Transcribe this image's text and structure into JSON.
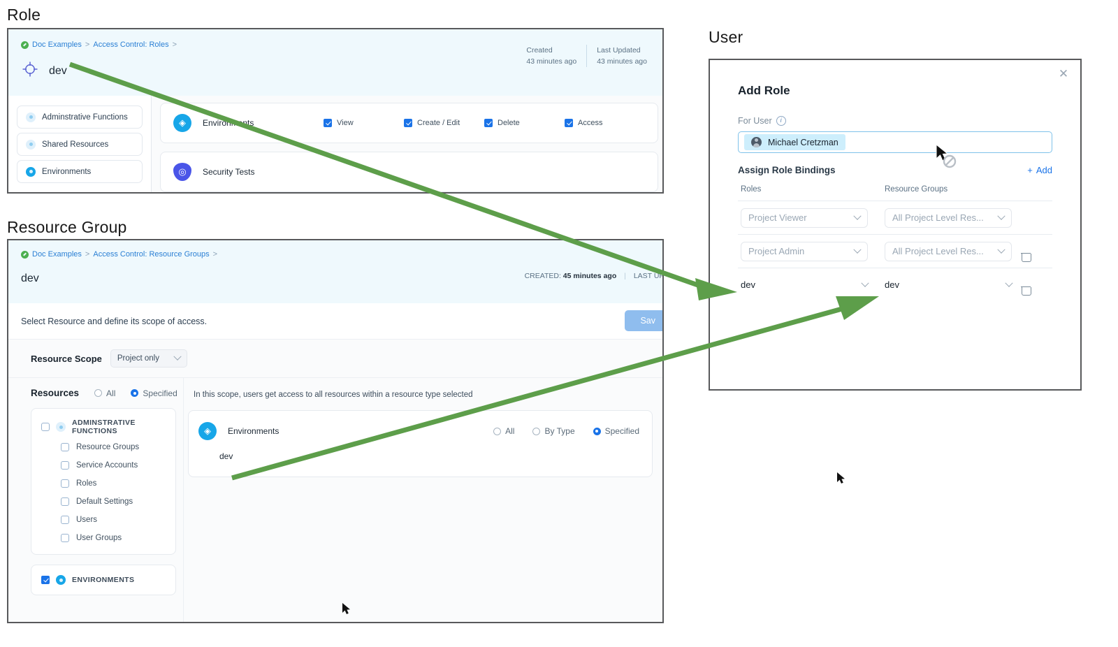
{
  "panels": {
    "role_title": "Role",
    "resource_group_title": "Resource Group",
    "user_title": "User"
  },
  "role_panel": {
    "breadcrumb": [
      "Doc Examples",
      "Access Control: Roles"
    ],
    "breadcrumb_separator": ">",
    "name": "dev",
    "meta": [
      {
        "key": "Created",
        "value": "43 minutes ago"
      },
      {
        "key": "Last Updated",
        "value": "43 minutes ago"
      }
    ],
    "sidebar": [
      {
        "label": "Adminstrative Functions",
        "icon": "circle-faint-icon",
        "selected": false
      },
      {
        "label": "Shared Resources",
        "icon": "circle-faint-icon",
        "selected": false
      },
      {
        "label": "Environments",
        "icon": "circle-solid-icon",
        "selected": true
      }
    ],
    "permissions": [
      {
        "name": "Environments",
        "icon": "environments-icon",
        "options": [
          {
            "label": "View",
            "checked": true
          },
          {
            "label": "Create / Edit",
            "checked": true
          },
          {
            "label": "Delete",
            "checked": true
          },
          {
            "label": "Access",
            "checked": true
          }
        ]
      },
      {
        "name": "Security Tests",
        "icon": "security-shield-icon",
        "options": []
      }
    ]
  },
  "resource_group_panel": {
    "breadcrumb": [
      "Doc Examples",
      "Access Control: Resource Groups"
    ],
    "breadcrumb_separator": ">",
    "name": "dev",
    "meta_created_label": "CREATED:",
    "meta_created_value": "45 minutes ago",
    "meta_updated_label": "LAST UPD",
    "subbar_hint": "Select Resource and define its scope of access.",
    "save_label": "Sav",
    "scope_label": "Resource Scope",
    "scope_value": "Project only",
    "resources_label": "Resources",
    "resources_modes": [
      {
        "label": "All",
        "selected": false
      },
      {
        "label": "Specified",
        "selected": true
      }
    ],
    "groups": [
      {
        "label": "ADMINSTRATIVE FUNCTIONS",
        "checked": false,
        "items": [
          {
            "label": "Resource Groups",
            "checked": false
          },
          {
            "label": "Service Accounts",
            "checked": false
          },
          {
            "label": "Roles",
            "checked": false
          },
          {
            "label": "Default Settings",
            "checked": false
          },
          {
            "label": "Users",
            "checked": false
          },
          {
            "label": "User Groups",
            "checked": false
          }
        ]
      },
      {
        "label": "ENVIRONMENTS",
        "checked": true,
        "items": []
      }
    ],
    "scope_note": "In this scope, users get access to all resources within a resource type selected",
    "env_card": {
      "name": "Environments",
      "icon": "environments-icon",
      "modes": [
        {
          "label": "All",
          "selected": false
        },
        {
          "label": "By Type",
          "selected": false
        },
        {
          "label": "Specified",
          "selected": true
        }
      ],
      "value": "dev"
    }
  },
  "user_panel": {
    "dialog_title": "Add Role",
    "close_icon": "close-icon",
    "for_user_label": "For User",
    "for_user_info_icon": "info-icon",
    "selected_user": "Michael Cretzman",
    "bindings_label": "Assign Role Bindings",
    "add_label": "Add",
    "columns": [
      "Roles",
      "Resource Groups"
    ],
    "rows": [
      {
        "role": "Project Viewer",
        "resource_group": "All Project Level Res...",
        "style": "placeholder",
        "deletable": false
      },
      {
        "role": "Project Admin",
        "resource_group": "All Project Level Res...",
        "style": "placeholder",
        "deletable": true
      },
      {
        "role": "dev",
        "resource_group": "dev",
        "style": "value",
        "deletable": true
      }
    ]
  },
  "colors": {
    "accent_blue": "#1a73e8",
    "header_bg": "#eff9fd",
    "arrow_green": "#5d9e4a",
    "cyan_icon": "#17a6e8"
  }
}
